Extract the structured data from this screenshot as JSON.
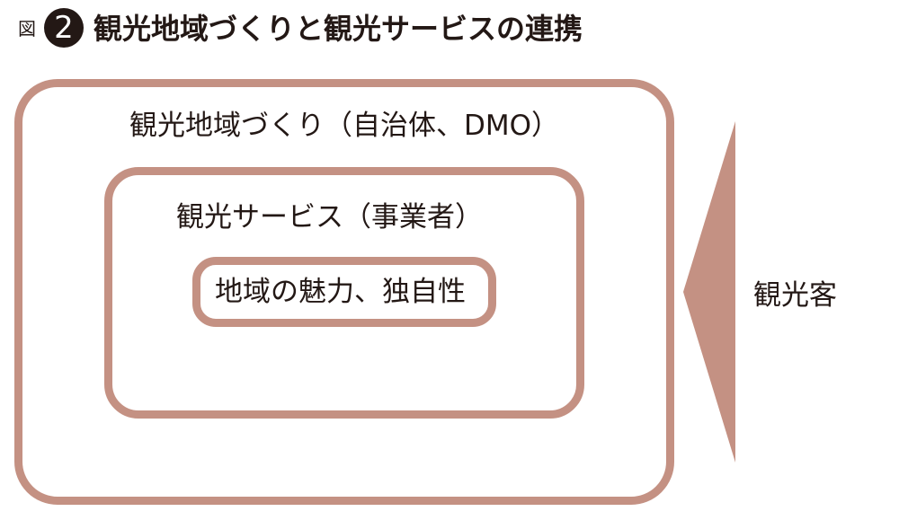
{
  "figure": {
    "label": "図",
    "number": "2",
    "title": "観光地域づくりと観光サービスの連携"
  },
  "diagram": {
    "outer_box": {
      "label": "観光地域づくり（自治体、DMO）"
    },
    "middle_box": {
      "label": "観光サービス（事業者）"
    },
    "inner_box": {
      "label": "地域の魅力、独自性"
    },
    "arrow_label": "観光客"
  },
  "colors": {
    "box_border": "#c49183",
    "arrow_fill": "#c49183",
    "text": "#231815",
    "background": "#ffffff"
  }
}
